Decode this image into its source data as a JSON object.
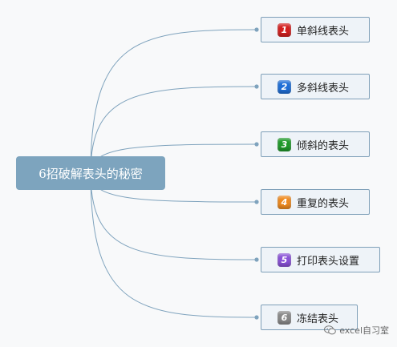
{
  "root": {
    "title": "6招破解表头的秘密"
  },
  "nodes": [
    {
      "number": "1",
      "label": "单斜线表头",
      "color": "#d42020"
    },
    {
      "number": "2",
      "label": "多斜线表头",
      "color": "#1f6fd8"
    },
    {
      "number": "3",
      "label": "倾斜的表头",
      "color": "#1f9a2a"
    },
    {
      "number": "4",
      "label": "重复的表头",
      "color": "#ef8a1f"
    },
    {
      "number": "5",
      "label": "打印表头设置",
      "color": "#8a52d8"
    },
    {
      "number": "6",
      "label": "冻结表头",
      "color": "#8a8a8a"
    }
  ],
  "watermark": {
    "text": "excel自习室",
    "icon": "wechat-icon"
  },
  "connector_color": "#7fa3bd"
}
